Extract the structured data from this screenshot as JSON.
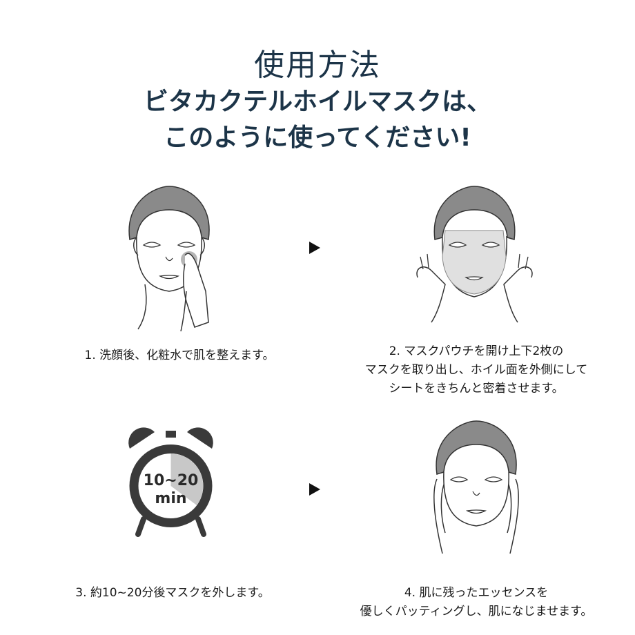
{
  "header": {
    "title": "使用方法",
    "subtitle_line1": "ビタカクテルホイルマスクは、",
    "subtitle_line2": "このように使ってください!"
  },
  "steps": [
    {
      "icon": "face-with-lotion-icon",
      "lines": [
        "1. 洗顔後、化粧水で肌を整えます。"
      ]
    },
    {
      "icon": "face-applying-mask-icon",
      "lines": [
        "2. マスクパウチを開け上下2枚の",
        "マスクを取り出し、ホイル面を外側にして",
        "シートをきちんと密着させます。"
      ]
    },
    {
      "icon": "alarm-clock-icon",
      "clock_line1": "10~20",
      "clock_line2": "min",
      "lines": [
        "3. 約10~20分後マスクを外します。"
      ]
    },
    {
      "icon": "face-patting-skin-icon",
      "lines": [
        "4. 肌に残ったエッセンスを",
        "優しくパッティングし、肌になじませます。"
      ]
    }
  ],
  "colors": {
    "heading": "#1c3448",
    "illustration_gray": "#8a8a8a",
    "clock_dark": "#3a3a3a"
  }
}
